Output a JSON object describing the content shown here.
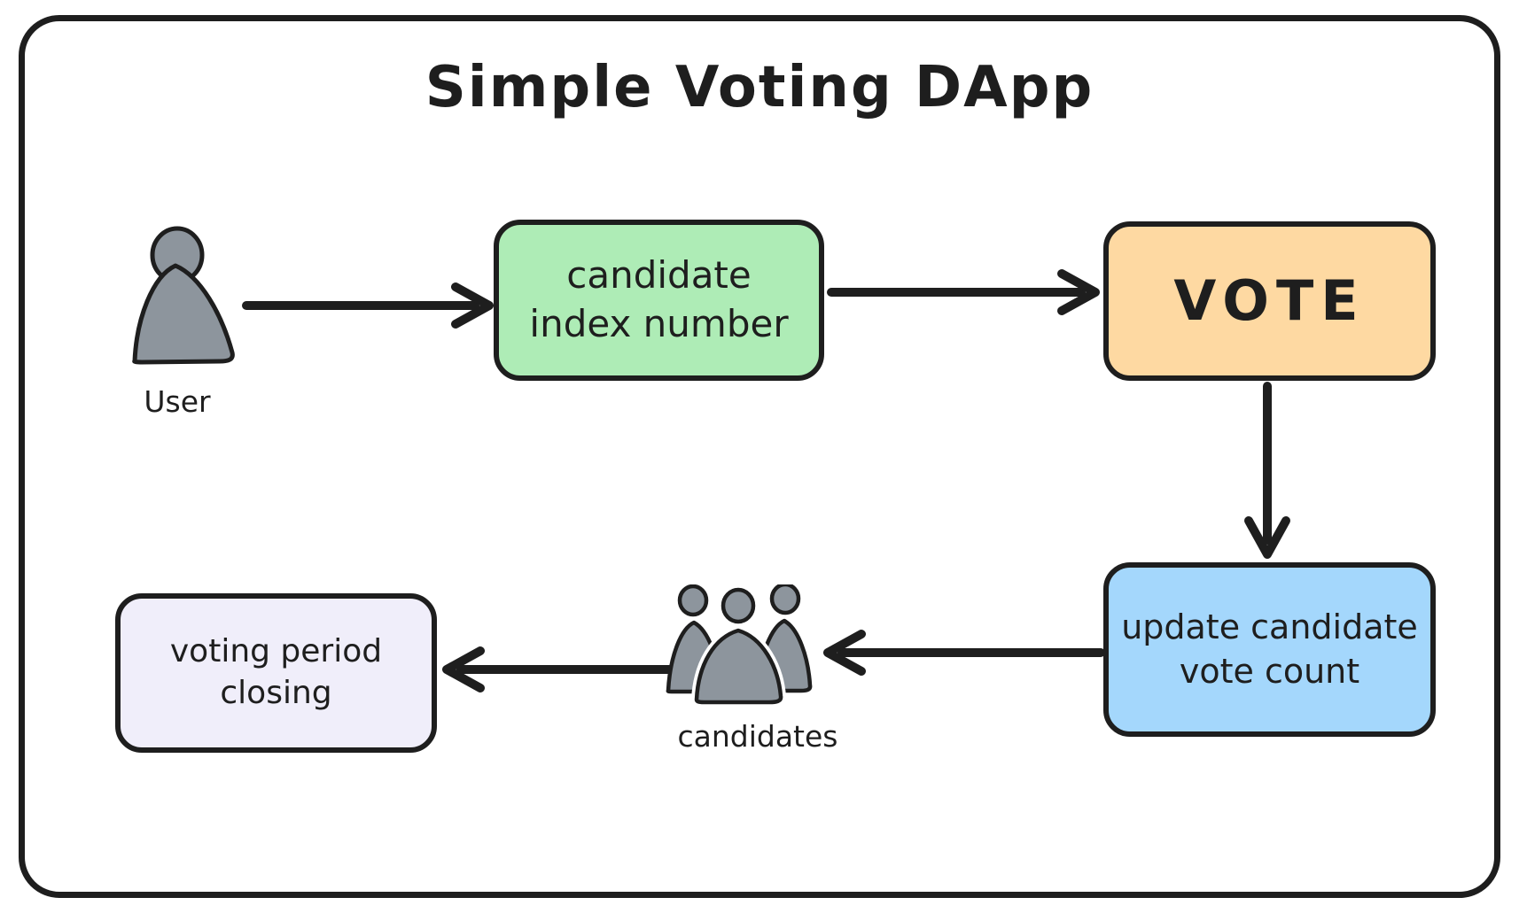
{
  "diagram": {
    "title": "Simple Voting DApp",
    "nodes": {
      "user": {
        "label": "User",
        "icon": "person-icon"
      },
      "candidate_index": {
        "line1": "candidate",
        "line2": "index number",
        "fill": "#aeecb6"
      },
      "vote": {
        "label": "VOTE",
        "fill": "#fed9a2"
      },
      "update_count": {
        "line1": "update candidate",
        "line2": "vote count",
        "fill": "#a4d7fc"
      },
      "candidates": {
        "label": "candidates",
        "icon": "people-group-icon"
      },
      "voting_period": {
        "line1": "voting period",
        "line2": "closing",
        "fill": "#f0eefa"
      }
    },
    "edges": [
      {
        "from": "user",
        "to": "candidate_index"
      },
      {
        "from": "candidate_index",
        "to": "vote"
      },
      {
        "from": "vote",
        "to": "update_count"
      },
      {
        "from": "update_count",
        "to": "candidates"
      },
      {
        "from": "candidates",
        "to": "voting_period"
      }
    ],
    "colors": {
      "stroke": "#1e1e1e",
      "background": "#ffffff",
      "person_fill": "#8d959d"
    }
  }
}
